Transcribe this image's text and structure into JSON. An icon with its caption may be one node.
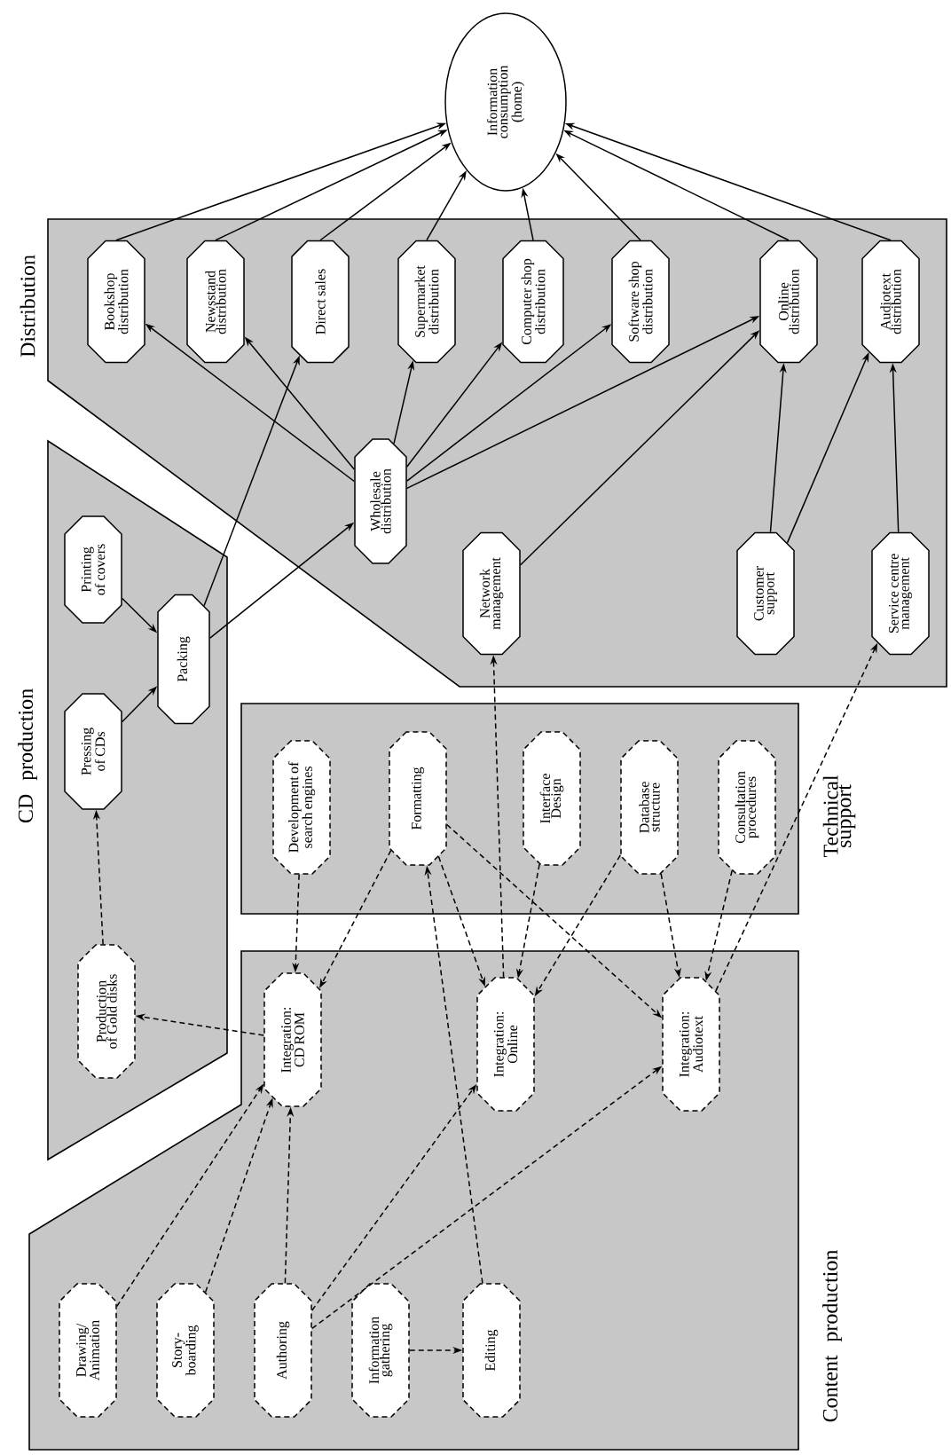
{
  "diagram": {
    "nodes": [
      {
        "text": [
          "Distribution"
        ]
      },
      {
        "text": [
          "CD production"
        ]
      },
      {
        "text": [
          "Technical support"
        ]
      },
      {
        "text": [
          "Content production"
        ]
      },
      {
        "text": [
          "Information consumption (home)"
        ]
      },
      {
        "text": [
          "Bookshop distribution"
        ],
        "in": 0
      },
      {
        "text": [
          "Newsstand distribution"
        ],
        "in": 0
      },
      {
        "text": [
          "Direct sales"
        ],
        "in": 0
      },
      {
        "text": [
          "Supermarket distribution"
        ],
        "in": 0
      },
      {
        "text": [
          "Computer shop distribution"
        ],
        "in": 0
      },
      {
        "text": [
          "Software shop distribution"
        ],
        "in": 0
      },
      {
        "text": [
          "Online distribution"
        ],
        "in": 0
      },
      {
        "text": [
          "Audiotext distribution"
        ],
        "in": 0
      },
      {
        "text": [
          "Wholesale distribution"
        ],
        "in": 0
      },
      {
        "text": [
          "Network management"
        ],
        "in": 0
      },
      {
        "text": [
          "Customer support"
        ],
        "in": 0
      },
      {
        "text": [
          "Service centre management"
        ],
        "in": 0
      },
      {
        "text": [
          "Printing of covers"
        ],
        "in": 1
      },
      {
        "text": [
          "Packing"
        ],
        "in": 1
      },
      {
        "text": [
          "Pressing of CDs"
        ],
        "in": 1
      },
      {
        "text": [
          "Production of Gold disks"
        ],
        "in": 1
      },
      {
        "text": [
          "Development of search engines"
        ],
        "in": 2
      },
      {
        "text": [
          "Formatting"
        ],
        "in": 2
      },
      {
        "text": [
          "Interface Design"
        ],
        "in": 2
      },
      {
        "text": [
          "Database structure"
        ],
        "in": 2
      },
      {
        "text": [
          "Consultation procedures"
        ],
        "in": 2
      },
      {
        "text": [
          "Integration: CD ROM"
        ],
        "in": 3
      },
      {
        "text": [
          "Integration: Online"
        ],
        "in": 3
      },
      {
        "text": [
          "Integration: Audiotext"
        ],
        "in": 3
      },
      {
        "text": [
          "Drawing/ Animation"
        ],
        "in": 3
      },
      {
        "text": [
          "Story-boarding"
        ],
        "in": 3
      },
      {
        "text": [
          "Authoring"
        ],
        "in": 3
      },
      {
        "text": [
          "Information gathering"
        ],
        "in": 3
      },
      {
        "text": [
          "Editing"
        ],
        "in": 3
      }
    ],
    "edges": [
      {
        "from": 5,
        "to": 4,
        "arrow": "to"
      },
      {
        "from": 6,
        "to": 4,
        "arrow": "to"
      },
      {
        "from": 7,
        "to": 4,
        "arrow": "to"
      },
      {
        "from": 8,
        "to": 4,
        "arrow": "to"
      },
      {
        "from": 9,
        "to": 4,
        "arrow": "to"
      },
      {
        "from": 10,
        "to": 4,
        "arrow": "to"
      },
      {
        "from": 11,
        "to": 4,
        "arrow": "to"
      },
      {
        "from": 12,
        "to": 4,
        "arrow": "to"
      },
      {
        "from": 13,
        "to": 5,
        "arrow": "to"
      },
      {
        "from": 13,
        "to": 6,
        "arrow": "to"
      },
      {
        "from": 13,
        "to": 8,
        "arrow": "to"
      },
      {
        "from": 13,
        "to": 9,
        "arrow": "to"
      },
      {
        "from": 13,
        "to": 10,
        "arrow": "to"
      },
      {
        "from": 13,
        "to": 11,
        "arrow": "to"
      },
      {
        "from": 18,
        "to": 7,
        "arrow": "to"
      },
      {
        "from": 14,
        "to": 11,
        "arrow": "to"
      },
      {
        "from": 15,
        "to": 11,
        "arrow": "to"
      },
      {
        "from": 15,
        "to": 12,
        "arrow": "to"
      },
      {
        "from": 16,
        "to": 12,
        "arrow": "to"
      },
      {
        "from": 17,
        "to": 18,
        "arrow": "to"
      },
      {
        "from": 19,
        "to": 18,
        "arrow": "to"
      },
      {
        "from": 18,
        "to": 13,
        "arrow": "to"
      },
      {
        "from": 20,
        "to": 19,
        "arrow": "to",
        "style": "dashed"
      },
      {
        "from": 26,
        "to": 20,
        "arrow": "to",
        "style": "dashed"
      },
      {
        "from": 21,
        "to": 26,
        "arrow": "to",
        "style": "dashed"
      },
      {
        "from": 22,
        "to": 26,
        "arrow": "to",
        "style": "dashed"
      },
      {
        "from": 22,
        "to": 27,
        "arrow": "to",
        "style": "dashed"
      },
      {
        "from": 22,
        "to": 28,
        "arrow": "to",
        "style": "dashed"
      },
      {
        "from": 23,
        "to": 27,
        "arrow": "to",
        "style": "dashed"
      },
      {
        "from": 24,
        "to": 27,
        "arrow": "to",
        "style": "dashed"
      },
      {
        "from": 24,
        "to": 28,
        "arrow": "to",
        "style": "dashed"
      },
      {
        "from": 25,
        "to": 28,
        "arrow": "to",
        "style": "dashed"
      },
      {
        "from": 27,
        "to": 14,
        "arrow": "to",
        "style": "dashed"
      },
      {
        "from": 28,
        "to": 16,
        "arrow": "to",
        "style": "dashed"
      },
      {
        "from": 33,
        "to": 22,
        "arrow": "to",
        "style": "dashed"
      },
      {
        "from": 29,
        "to": 26,
        "arrow": "to",
        "style": "dashed"
      },
      {
        "from": 30,
        "to": 26,
        "arrow": "to",
        "style": "dashed"
      },
      {
        "from": 31,
        "to": 26,
        "arrow": "to",
        "style": "dashed"
      },
      {
        "from": 31,
        "to": 27,
        "arrow": "to",
        "style": "dashed"
      },
      {
        "from": 31,
        "to": 28,
        "arrow": "to",
        "style": "dashed"
      },
      {
        "from": 32,
        "to": 33,
        "arrow": "to",
        "style": "dashed"
      }
    ]
  }
}
